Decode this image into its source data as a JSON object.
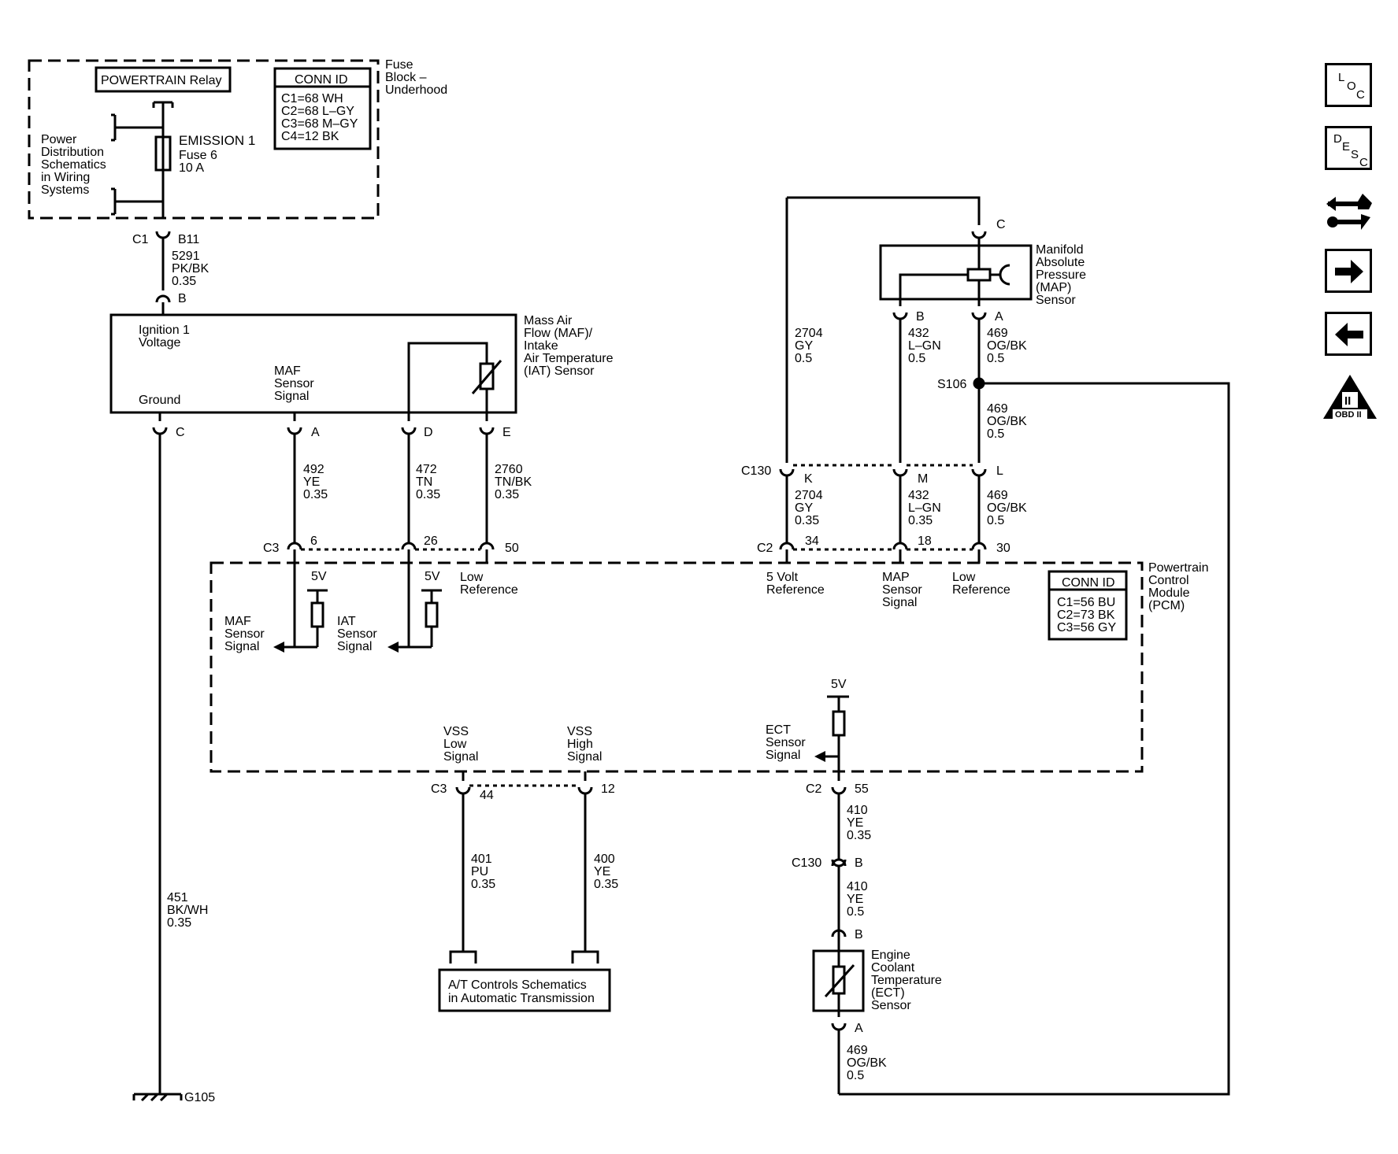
{
  "fuse_block": {
    "label": [
      "Fuse",
      "Block –",
      "Underhood"
    ],
    "relay": "POWERTRAIN Relay",
    "power_dist": [
      "Power",
      "Distribution",
      "Schematics",
      "in Wiring",
      "Systems"
    ],
    "fuse": [
      "EMISSION 1",
      "Fuse 6",
      "10 A"
    ],
    "conn_id": {
      "title": "CONN ID",
      "rows": [
        "C1=68 WH",
        "C2=68 L–GY",
        "C3=68 M–GY",
        "C4=12 BK"
      ]
    },
    "connector": "C1",
    "pin": "B11"
  },
  "feed_wire": [
    "5291",
    "PK/BK",
    "0.35"
  ],
  "maf_sensor": {
    "name": [
      "Mass Air",
      "Flow (MAF)/",
      "Intake",
      "Air Temperature",
      "(IAT) Sensor"
    ],
    "ignition": [
      "Ignition 1",
      "Voltage"
    ],
    "ground": "Ground",
    "maf_signal": [
      "MAF",
      "Sensor",
      "Signal"
    ],
    "pin_top": "B",
    "pins": [
      "C",
      "A",
      "D",
      "E"
    ]
  },
  "maf_wires": {
    "a": [
      "492",
      "YE",
      "0.35"
    ],
    "d": [
      "472",
      "TN",
      "0.35"
    ],
    "e": [
      "2760",
      "TN/BK",
      "0.35"
    ],
    "ground": [
      "451",
      "BK/WH",
      "0.35"
    ]
  },
  "ground": {
    "id": "G105"
  },
  "map_sensor": {
    "name": [
      "Manifold",
      "Absolute",
      "Pressure",
      "(MAP)",
      "Sensor"
    ],
    "pins": [
      "C",
      "B",
      "A"
    ],
    "splice": "S106"
  },
  "map_wires": {
    "c_upper": [
      "2704",
      "GY",
      "0.5"
    ],
    "b_upper": [
      "432",
      "L–GN",
      "0.5"
    ],
    "a_upper": [
      "469",
      "OG/BK",
      "0.5"
    ],
    "a_splice": [
      "469",
      "OG/BK",
      "0.5"
    ],
    "k_lower": [
      "2704",
      "GY",
      "0.35"
    ],
    "m_lower": [
      "432",
      "L–GN",
      "0.35"
    ],
    "l_lower": [
      "469",
      "OG/BK",
      "0.5"
    ]
  },
  "c130_top": {
    "connector": "C130",
    "pins": [
      "K",
      "M",
      "L"
    ]
  },
  "pcm": {
    "name": [
      "Powertrain",
      "Control",
      "Module",
      "(PCM)"
    ],
    "conn_id": {
      "title": "CONN ID",
      "rows": [
        "C1=56 BU",
        "C2=73 BK",
        "C3=56 GY"
      ]
    },
    "c3_top": {
      "connector": "C3",
      "pins": [
        "6",
        "26",
        "50"
      ]
    },
    "c2_top": {
      "connector": "C2",
      "pins": [
        "34",
        "18",
        "30"
      ]
    },
    "v5": "5V",
    "labels": {
      "maf_sig": [
        "MAF",
        "Sensor",
        "Signal"
      ],
      "iat_sig": [
        "IAT",
        "Sensor",
        "Signal"
      ],
      "low_ref_1": [
        "Low",
        "Reference"
      ],
      "five_volt": [
        "5 Volt",
        "Reference"
      ],
      "map_sig": [
        "MAP",
        "Sensor",
        "Signal"
      ],
      "low_ref_2": [
        "Low",
        "Reference"
      ],
      "vss_low": [
        "VSS",
        "Low",
        "Signal"
      ],
      "vss_high": [
        "VSS",
        "High",
        "Signal"
      ],
      "ect_sig": [
        "ECT",
        "Sensor",
        "Signal"
      ]
    },
    "c3_bottom": {
      "connector": "C3",
      "pins": [
        "44",
        "12"
      ]
    },
    "c2_bottom": {
      "connector": "C2",
      "pin": "55"
    }
  },
  "vss_wires": {
    "low": [
      "401",
      "PU",
      "0.35"
    ],
    "high": [
      "400",
      "YE",
      "0.35"
    ]
  },
  "at_box": [
    "A/T Controls Schematics",
    "in Automatic Transmission"
  ],
  "ect": {
    "wire_upper": [
      "410",
      "YE",
      "0.35"
    ],
    "c130": {
      "connector": "C130",
      "pin": "B"
    },
    "wire_mid": [
      "410",
      "YE",
      "0.5"
    ],
    "pin_top": "B",
    "pin_bottom": "A",
    "name": [
      "Engine",
      "Coolant",
      "Temperature",
      "(ECT)",
      "Sensor"
    ],
    "wire_lower": [
      "469",
      "OG/BK",
      "0.5"
    ]
  },
  "nav": {
    "loc": [
      "L",
      "O",
      "C"
    ],
    "desc": [
      "D",
      "E",
      "S",
      "C"
    ],
    "obd": {
      "mark": "II",
      "label": "OBD II"
    }
  }
}
